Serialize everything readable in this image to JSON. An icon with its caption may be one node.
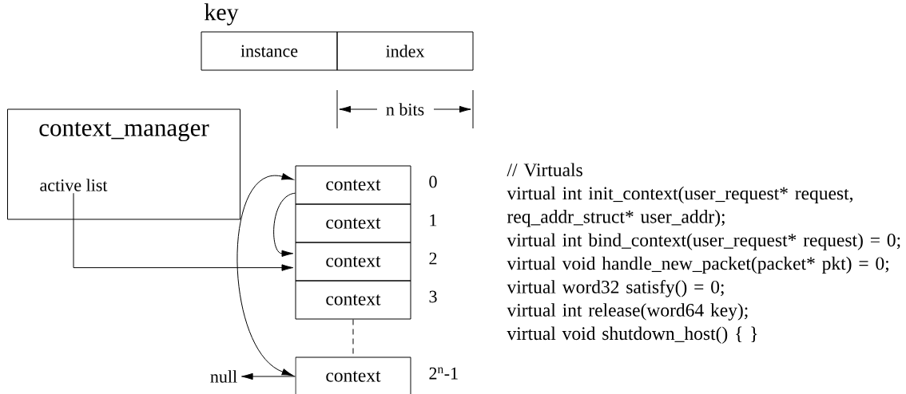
{
  "diagram": {
    "nodes": [
      {
        "text": [
          "instance"
        ]
      },
      {
        "text": [
          "index"
        ]
      },
      {
        "text": [
          "context_manager"
        ]
      },
      {
        "text": [
          "active list"
        ],
        "in": 2
      },
      {
        "text": [
          "context"
        ],
        "beside": [
          "0"
        ]
      },
      {
        "text": [
          "context"
        ],
        "beside": [
          "1"
        ]
      },
      {
        "text": [
          "context"
        ],
        "beside": [
          "2"
        ]
      },
      {
        "text": [
          "context"
        ],
        "beside": [
          "3"
        ]
      },
      {
        "text": [
          "context"
        ],
        "beside": [
          "2$^{n}$-1"
        ]
      },
      {
        "text": [
          "null"
        ]
      }
    ],
    "edges": [
      {
        "from": 3,
        "to": 6,
        "arrow": "to"
      },
      {
        "from": 4,
        "to": 6,
        "arrow": "to"
      },
      {
        "from": 4,
        "to": 8,
        "arrow": "both"
      },
      {
        "from": 7,
        "to": 8,
        "arrow": "none",
        "style": "dashed"
      },
      {
        "from": 8,
        "to": 9,
        "arrow": "to"
      }
    ],
    "labels": [
      "key",
      "n bits",
      "// Virtuals",
      "virtual int init_context(user_request* request, req_addr_struct* user_addr);",
      "virtual int bind_context(user_request* request) = 0;",
      "virtual void handle_new_packet(packet* pkt) = 0;",
      "virtual word32 satisfy() = 0;",
      "virtual int release(word64 key);",
      "virtual void shutdown_host() { }"
    ]
  }
}
